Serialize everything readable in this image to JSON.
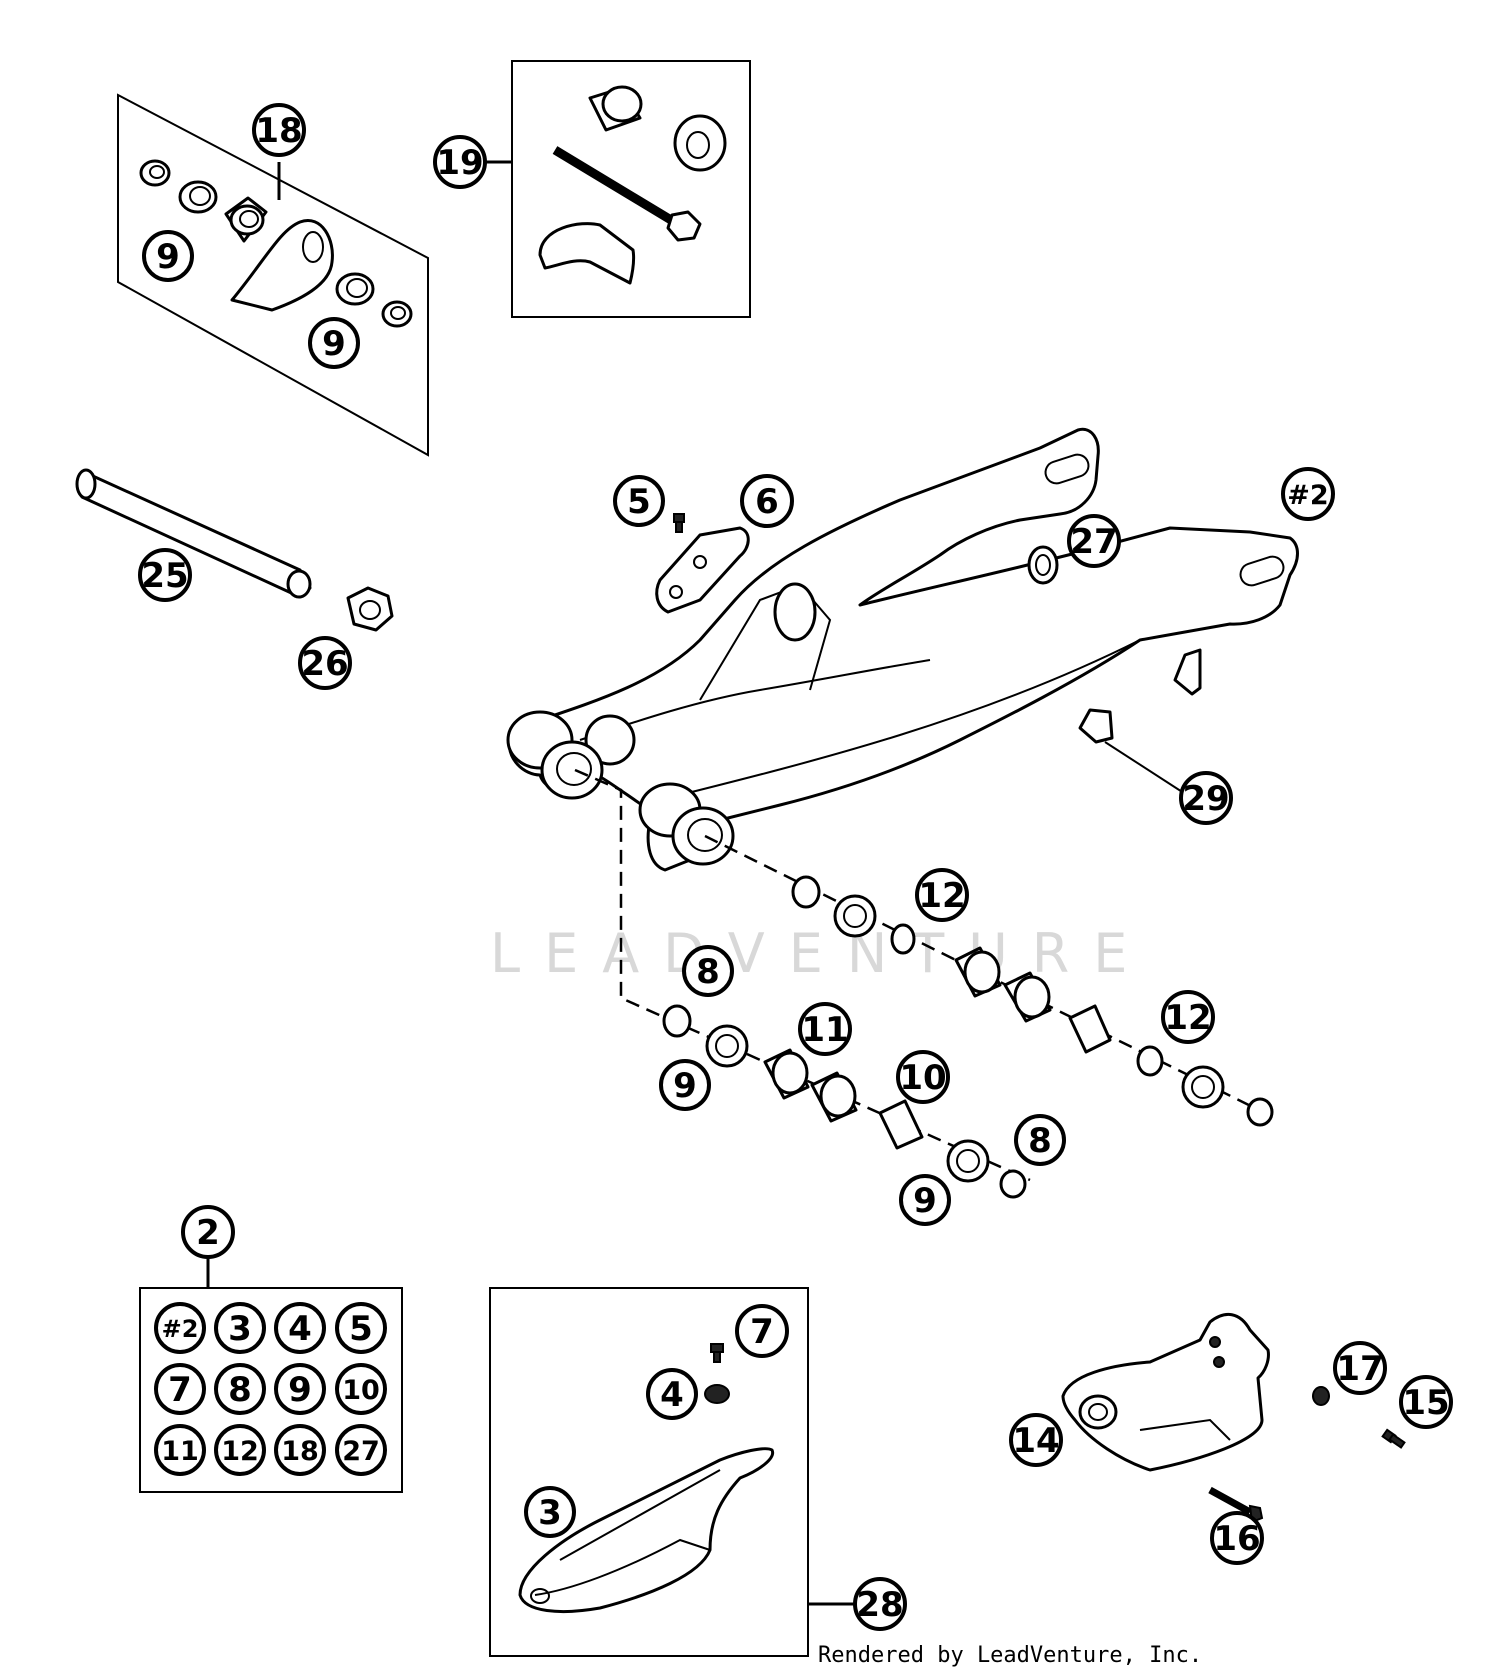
{
  "watermark": "LEADVENTURE",
  "credit": "Rendered by LeadVenture, Inc.",
  "callouts": {
    "c18": "18",
    "c19": "19",
    "c9a": "9",
    "c9b": "9",
    "c25": "25",
    "c26": "26",
    "c5": "5",
    "c6": "6",
    "c27": "27",
    "cH2": "#2",
    "c29": "29",
    "c12a": "12",
    "c12b": "12",
    "c8a": "8",
    "c8b": "8",
    "c11": "11",
    "c10": "10",
    "c9c": "9",
    "c9d": "9",
    "c2": "2",
    "c7": "7",
    "c4": "4",
    "c3": "3",
    "c28": "28",
    "c14": "14",
    "c17": "17",
    "c15": "15",
    "c16": "16"
  },
  "kit_grid": [
    "#2",
    "3",
    "4",
    "5",
    "7",
    "8",
    "9",
    "10",
    "11",
    "12",
    "18",
    "27"
  ]
}
